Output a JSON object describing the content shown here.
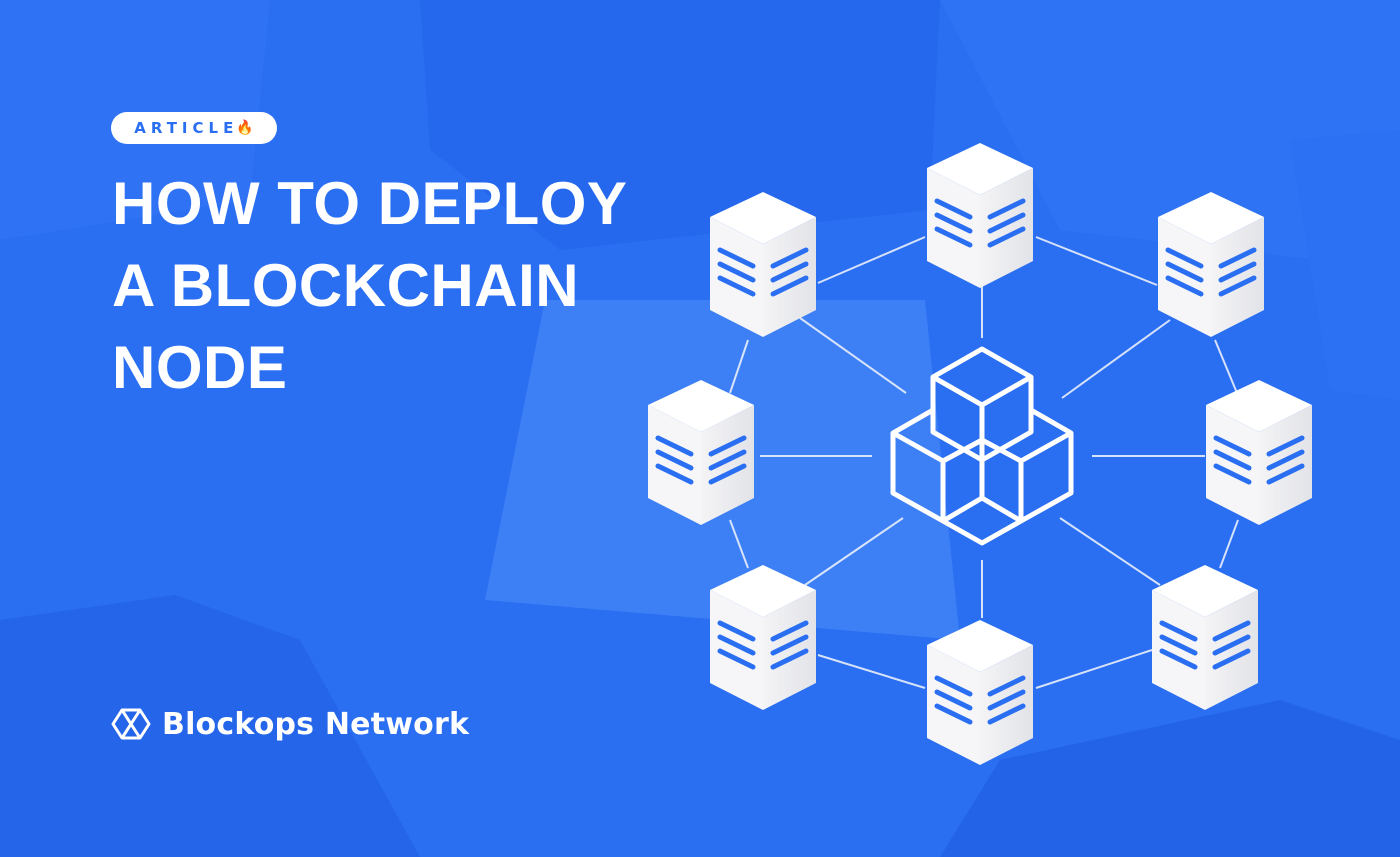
{
  "badge": {
    "label": "ARTICLE",
    "emoji": "🔥"
  },
  "headline": {
    "lines": [
      "HOW TO DEPLOY",
      "A BLOCKCHAIN",
      "NODE"
    ]
  },
  "brand": {
    "name": "Blockops Network",
    "logo_icon": "blockops-logo-icon"
  },
  "illustration": {
    "node_icon": "server-block-icon",
    "hub_icon": "stacked-cubes-icon",
    "node_count": 8
  },
  "colors": {
    "background": "#2a6ef2",
    "panel_light": "#3d80f6",
    "text": "#ffffff",
    "accent": "#2a6ef2",
    "server_face": "#ffffff"
  }
}
